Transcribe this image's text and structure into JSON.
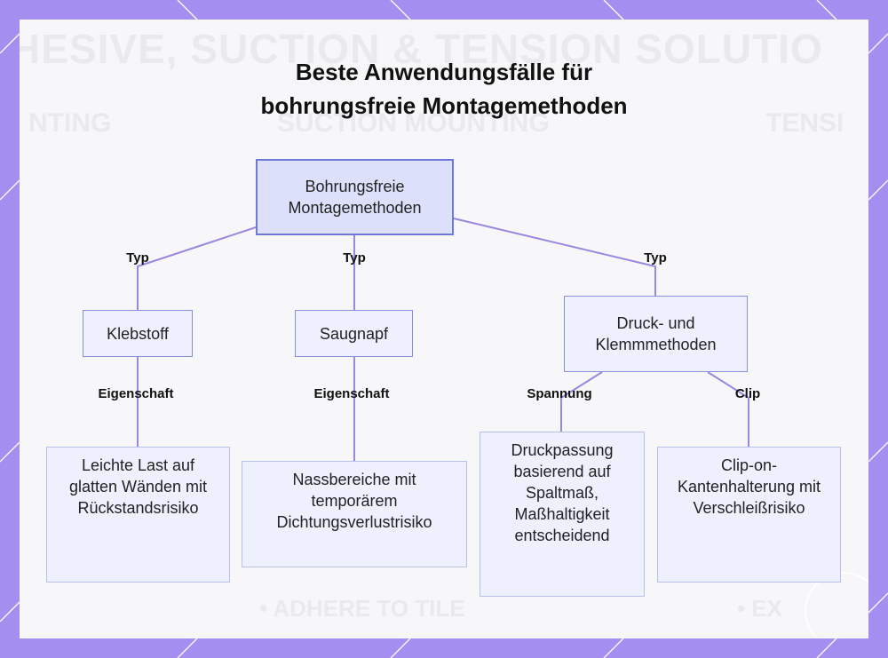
{
  "title_line1": "Beste Anwendungsfälle für",
  "title_line2": "bohrungsfreie Montagemethoden",
  "background_text": {
    "banner": "HESIVE, SUCTION & TENSION SOLUTIO",
    "col_left": "NTING",
    "col_mid": "SUCTION MOUNTING",
    "col_right": "TENSI",
    "bullet_mid": "• ADHERE TO TILE",
    "bullet_right": "• EX"
  },
  "nodes": {
    "root": "Bohrungsfreie Montagemethoden",
    "adhesive": "Klebstoff",
    "suction": "Saugnapf",
    "pressure": "Druck- und Klemmmethoden",
    "leaf_adhesive": "Leichte Last auf glatten Wänden mit Rückstandsrisiko",
    "leaf_suction": "Nassbereiche mit temporärem Dichtungsverlustrisiko",
    "leaf_tension": "Druckpassung basierend auf Spaltmaß, Maßhaltigkeit entscheidend",
    "leaf_clip": "Clip-on-Kantenhalterung mit Verschleißrisiko"
  },
  "edge_labels": {
    "typ1": "Typ",
    "typ2": "Typ",
    "typ3": "Typ",
    "prop1": "Eigenschaft",
    "prop2": "Eigenschaft",
    "tension": "Spannung",
    "clip": "Clip"
  },
  "colors": {
    "frame": "#a48ef0",
    "edge": "#9b86e0",
    "root_fill": "#dde0fb",
    "root_border": "#6d78d8",
    "node_fill": "#eef0fd"
  }
}
